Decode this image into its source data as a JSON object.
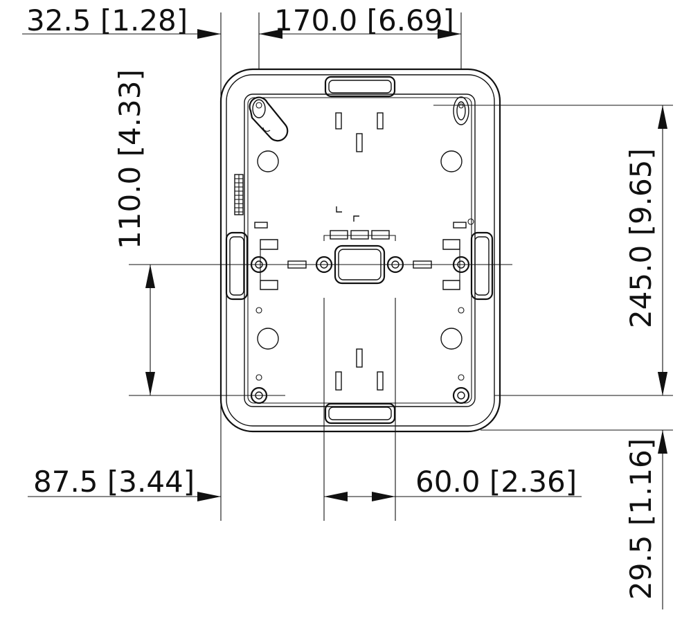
{
  "dimensions": {
    "top_left_offset": "32.5 [1.28]",
    "top_width": "170.0 [6.69]",
    "left_height": "110.0 [4.33]",
    "right_height": "245.0 [9.65]",
    "bottom_left_offset": "87.5 [3.44]",
    "bottom_center_width": "60.0 [2.36]",
    "bottom_right_offset": "29.5 [1.16]"
  },
  "colors": {
    "line": "#111111",
    "background": "#ffffff"
  }
}
